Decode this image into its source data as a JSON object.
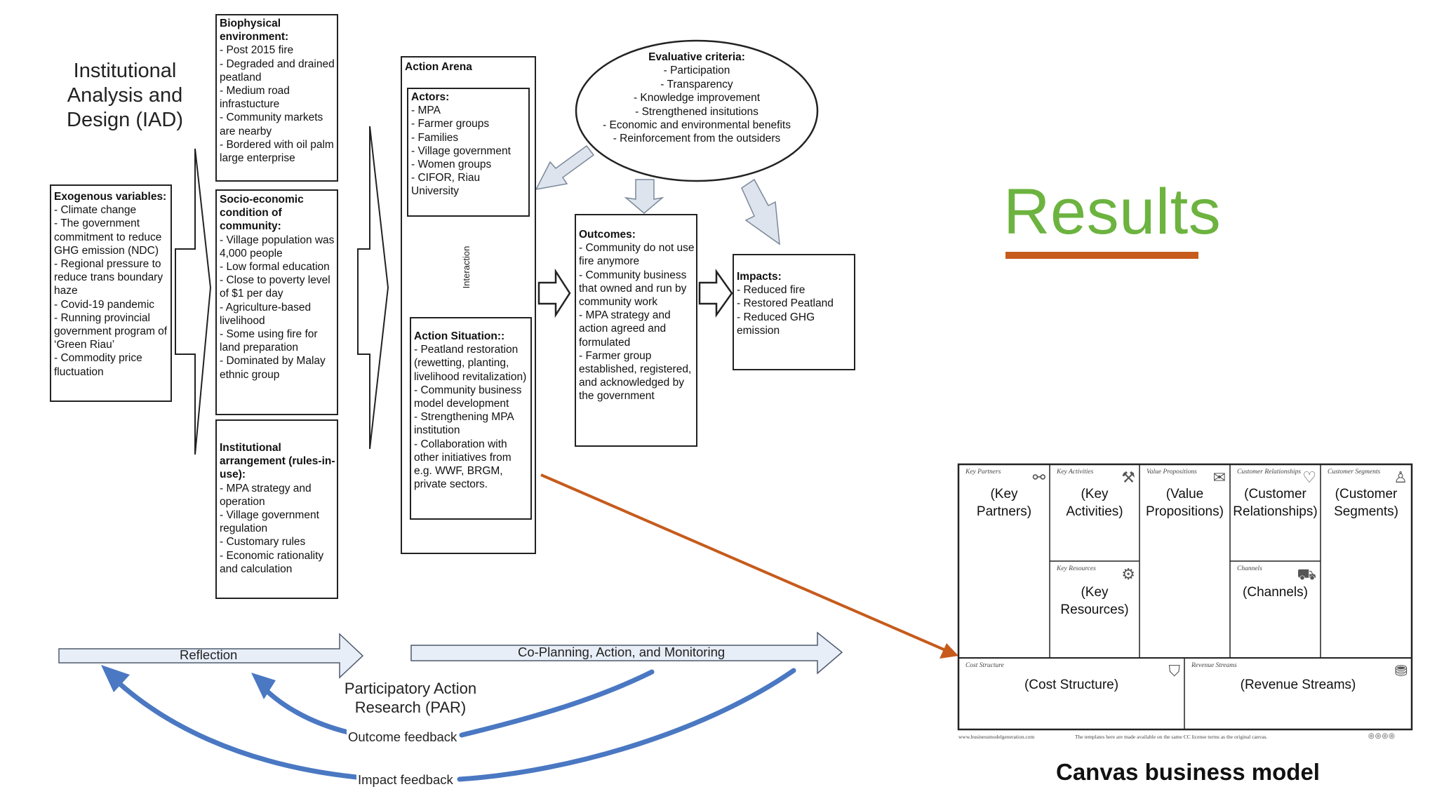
{
  "iad_title": [
    "Institutional",
    "Analysis and",
    "Design (IAD)"
  ],
  "exogenous": {
    "head": "Exogenous variables:",
    "items": [
      "- Climate change",
      "- The government commitment to reduce GHG emission (NDC)",
      "- Regional pressure to reduce trans boundary haze",
      "- Covid-19 pandemic",
      "- Running provincial government program of ‘Green Riau’",
      "- Commodity price fluctuation"
    ]
  },
  "biophysical": {
    "head": "Biophysical environment:",
    "items": [
      "- Post 2015 fire",
      "- Degraded and drained peatland",
      "- Medium road infrastucture",
      "- Community markets are nearby",
      "- Bordered with oil palm large enterprise"
    ]
  },
  "socio": {
    "head": "Socio-economic condition of community:",
    "items": [
      "- Village population was 4,000 people",
      "- Low formal education",
      "- Close to poverty level of $1 per day",
      "- Agriculture-based livelihood",
      "- Some using fire for land preparation",
      "- Dominated by Malay ethnic group"
    ]
  },
  "institutional": {
    "head": "Institutional arrangement (rules-in-use):",
    "items": [
      "- MPA strategy and operation",
      "- Village government regulation",
      "- Customary rules",
      "- Economic rationality and calculation"
    ]
  },
  "action_arena": {
    "head": "Action Arena",
    "actors": {
      "head": "Actors:",
      "items": [
        "- MPA",
        "- Farmer groups",
        "- Families",
        "- Village government",
        "- Women groups",
        "- CIFOR, Riau University"
      ]
    },
    "interaction_label": "Interaction",
    "situation": {
      "head": "Action Situation::",
      "items": [
        "- Peatland restoration (rewetting, planting, livelihood revitalization)",
        "- Community business model development",
        "- Strengthening MPA institution",
        "- Collaboration with other initiatives from e.g. WWF, BRGM, private sectors."
      ]
    }
  },
  "evaluative": {
    "head": "Evaluative criteria:",
    "items": [
      "- Participation",
      "- Transparency",
      "- Knowledge improvement",
      "- Strengthened insitutions",
      "- Economic and environmental benefits",
      "- Reinforcement from the outsiders"
    ]
  },
  "outcomes": {
    "head": "Outcomes:",
    "items": [
      "- Community do not use fire anymore",
      "- Community business that owned and run by community work",
      "- MPA strategy and action agreed and formulated",
      "-  Farmer group established, registered, and acknowledged by the government"
    ]
  },
  "impacts": {
    "head": "Impacts:",
    "items": [
      "- Reduced fire",
      "- Restored Peatland",
      "- Reduced GHG emission"
    ]
  },
  "par": {
    "title": [
      "Participatory Action",
      "Research (PAR)"
    ],
    "reflection": "Reflection",
    "coplanning": "Co-Planning, Action, and Monitoring",
    "outcome_feedback": "Outcome feedback",
    "impact_feedback": "Impact feedback"
  },
  "results": {
    "title": "Results",
    "title_color": "#6cb33f",
    "underline_color": "#c65b1c",
    "connector_color": "#c65b1c"
  },
  "canvas": {
    "caption": "Canvas business model",
    "key_partners": {
      "small": "Key Partners",
      "main": "(Key Partners)"
    },
    "key_activities": {
      "small": "Key Activities",
      "main": "(Key Activities)"
    },
    "value_propositions": {
      "small": "Value Propositions",
      "main": "(Value Propositions)"
    },
    "customer_relationships": {
      "small": "Customer Relationships",
      "main": "(Customer Relationships)"
    },
    "customer_segments": {
      "small": "Customer Segments",
      "main": "(Customer Segments)"
    },
    "key_resources": {
      "small": "Key Resources",
      "main": "(Key Resources)"
    },
    "channels": {
      "small": "Channels",
      "main": "(Channels)"
    },
    "cost_structure": {
      "small": "Cost Structure",
      "main": "(Cost Structure)"
    },
    "revenue_streams": {
      "small": "Revenue Streams",
      "main": "(Revenue Streams)"
    },
    "footer_left": "www.businessmodelgeneration.com",
    "footer_mid": "The templates here are made available on the same CC license terms as the original canvas."
  },
  "colors": {
    "feedback_arrow": "#4a78c2",
    "par_arrow_fill": "#e8eef8"
  }
}
